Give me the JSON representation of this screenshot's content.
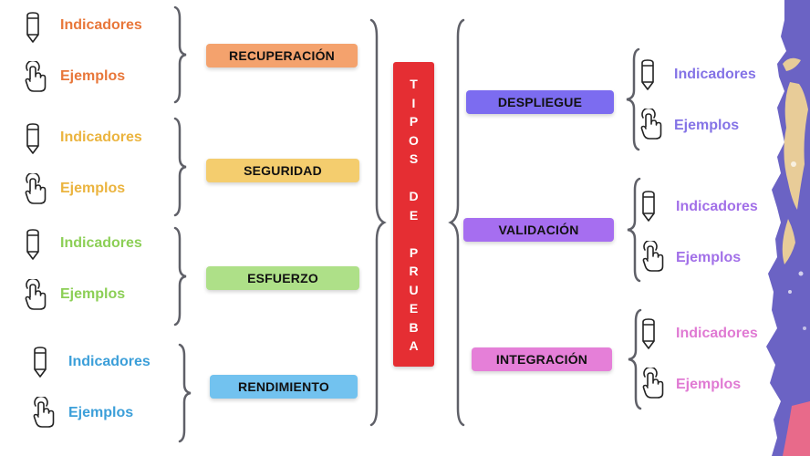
{
  "title": {
    "text": "TIPOS DE PRUEBA",
    "letters": [
      "T",
      "I",
      "P",
      "O",
      "S",
      "",
      "D",
      "E",
      "",
      "P",
      "R",
      "U",
      "E",
      "B",
      "A"
    ],
    "color": "#e52e33"
  },
  "left_branches": [
    {
      "label": "RECUPERACIÓN",
      "pill_color": "#f4a26d",
      "text_color": "#e8773a",
      "items": [
        {
          "icon": "pencil-icon",
          "label": "Indicadores"
        },
        {
          "icon": "pointing-hand-icon",
          "label": "Ejemplos"
        }
      ]
    },
    {
      "label": "SEGURIDAD",
      "pill_color": "#f4cd6e",
      "text_color": "#ebb43f",
      "items": [
        {
          "icon": "pencil-icon",
          "label": "Indicadores"
        },
        {
          "icon": "pointing-hand-icon",
          "label": "Ejemplos"
        }
      ]
    },
    {
      "label": "ESFUERZO",
      "pill_color": "#aee088",
      "text_color": "#8ccf56",
      "items": [
        {
          "icon": "pencil-icon",
          "label": "Indicadores"
        },
        {
          "icon": "pointing-hand-icon",
          "label": "Ejemplos"
        }
      ]
    },
    {
      "label": "RENDIMIENTO",
      "pill_color": "#72c2ef",
      "text_color": "#3c9fd9",
      "items": [
        {
          "icon": "pencil-icon",
          "label": "Indicadores"
        },
        {
          "icon": "pointing-hand-icon",
          "label": "Ejemplos"
        }
      ]
    }
  ],
  "right_branches": [
    {
      "label": "DESPLIEGUE",
      "pill_color": "#7c6cf0",
      "text_color": "#8473e6",
      "items": [
        {
          "icon": "pencil-icon",
          "label": "Indicadores"
        },
        {
          "icon": "pointing-hand-icon",
          "label": "Ejemplos"
        }
      ]
    },
    {
      "label": "VALIDACIÓN",
      "pill_color": "#a66ef0",
      "text_color": "#a270e8",
      "items": [
        {
          "icon": "pencil-icon",
          "label": "Indicadores"
        },
        {
          "icon": "pointing-hand-icon",
          "label": "Ejemplos"
        }
      ]
    },
    {
      "label": "INTEGRACIÓN",
      "pill_color": "#e57fd8",
      "text_color": "#e07ad3",
      "items": [
        {
          "icon": "pencil-icon",
          "label": "Indicadores"
        },
        {
          "icon": "pointing-hand-icon",
          "label": "Ejemplos"
        }
      ]
    }
  ],
  "colors": {
    "brace": "#5f6068",
    "decoration_purple": "#6b63c4",
    "decoration_tan": "#e8cc98"
  }
}
